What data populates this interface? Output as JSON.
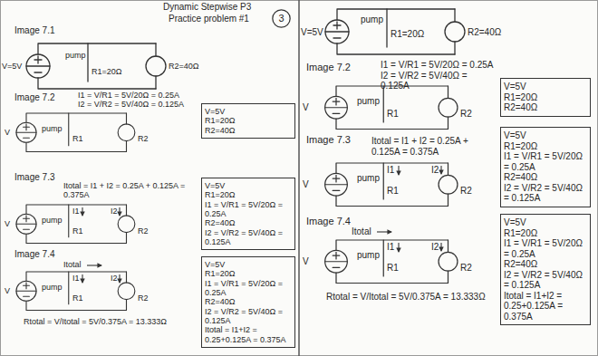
{
  "diagram": {
    "nodes": [
      {
        "text": [
          "3"
        ]
      },
      {
        "text": [
          "V=5V",
          "R1=20Ω",
          "R2=40Ω"
        ]
      },
      {
        "text": [
          "V=5V",
          "R1=20Ω",
          "I1 = V/R1 = 5V/20Ω = 0.25A",
          "R2=40Ω",
          "I2 = V/R2 = 5V/40Ω = 0.125A"
        ]
      },
      {
        "text": [
          "V=5V",
          "R1=20Ω",
          "I1 = V/R1 = 5V/20Ω = 0.25A",
          "R2=40Ω",
          "I2 = V/R2 = 5V/40Ω = 0.125A",
          "Itotal = I1+I2 = 0.25+0.125A = 0.375A"
        ]
      },
      {
        "text": [
          "V=5V",
          "R1=20Ω",
          "R2=40Ω"
        ]
      },
      {
        "text": [
          "V=5V",
          "R1=20Ω",
          "I1 = V/R1 = 5V/20Ω = 0.25A",
          "R2=40Ω",
          "I2 = V/R2 = 5V/40Ω = 0.125A"
        ]
      },
      {
        "text": [
          "V=5V",
          "R1=20Ω",
          "I1 = V/R1 = 5V/20Ω = 0.25A",
          "R2=40Ω",
          "I2 = V/R2 = 5V/40Ω = 0.125A",
          "Itotal = I1+I2 = 0.25+0.125A = 0.375A"
        ]
      }
    ],
    "labels": [
      "Dynamic Stepwise P3",
      "Practice problem #1",
      "Image 7.1",
      "V=5V",
      "pump",
      "R1=20Ω",
      "R2=40Ω",
      "Image 7.2",
      "I1 = V/R1 = 5V/20Ω = 0.25A",
      "I2 = V/R2 = 5V/40Ω = 0.125A",
      "V",
      "pump",
      "R1",
      "R2",
      "Image 7.3",
      "Itotal = I1 + I2 = 0.25A + 0.125A = 0.375A",
      "I1",
      "I2",
      "V",
      "pump",
      "R1",
      "R2",
      "Image 7.4",
      "Itotal",
      "I1",
      "I2",
      "V",
      "pump",
      "R1",
      "R2",
      "Rtotal = V/Itotal = 5V/0.375A = 13.333Ω",
      "V=5V",
      "pump",
      "R1=20Ω",
      "R2=40Ω",
      "Image 7.2",
      "I1 = V/R1 = 5V/20Ω = 0.25A",
      "I2 = V/R2 = 5V/40Ω = 0.125A",
      "V",
      "pump",
      "R1",
      "R2",
      "Image 7.3",
      "Itotal = I1 + I2 = 0.25A + 0.125A = 0.375A",
      "I1",
      "I2",
      "V",
      "pump",
      "R1",
      "R2",
      "Image 7.4",
      "Itotal",
      "I1",
      "I2",
      "V",
      "pump",
      "R1",
      "R2",
      "Rtotal = V/Itotal = 5V/0.375A = 13.333Ω"
    ]
  }
}
